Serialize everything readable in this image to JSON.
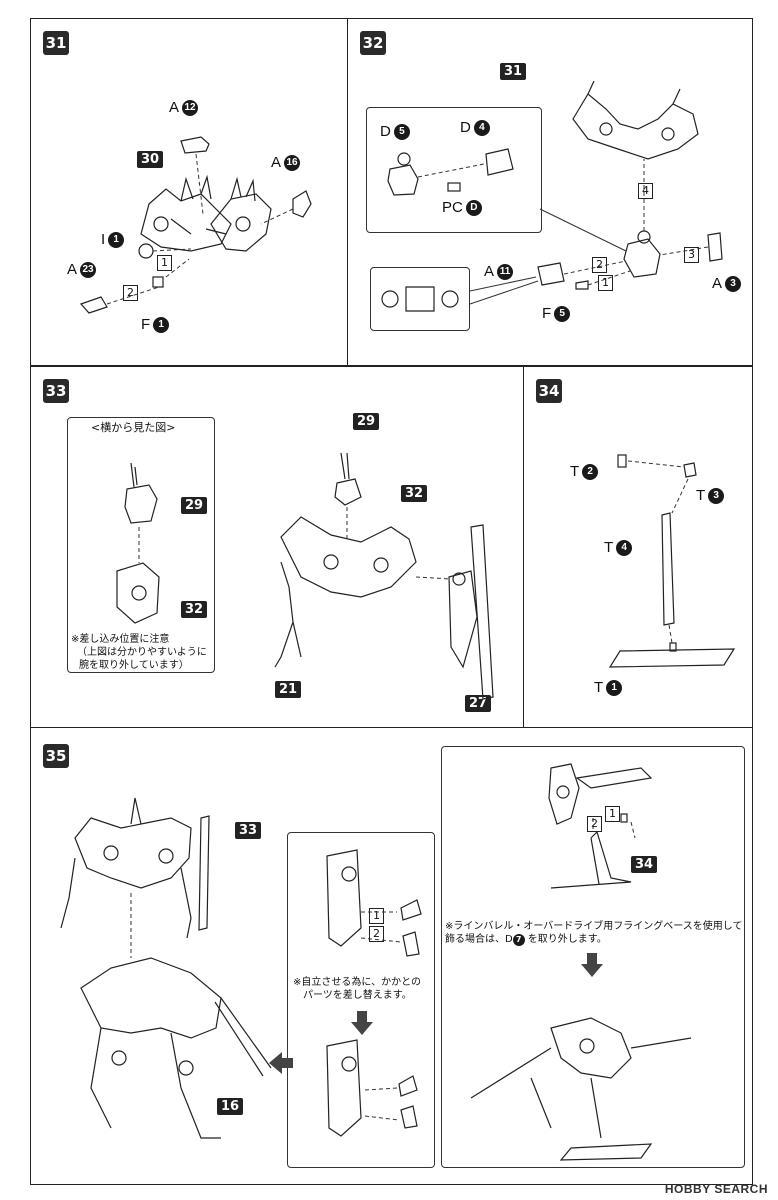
{
  "steps": {
    "s31": {
      "number": "31",
      "parts": {
        "a12": {
          "letter": "A",
          "num": "12"
        },
        "ref30": "30",
        "a16": {
          "letter": "A",
          "num": "16"
        },
        "i1": {
          "letter": "I",
          "num": "1"
        },
        "a23": {
          "letter": "A",
          "num": "23"
        },
        "f1": {
          "letter": "F",
          "num": "1"
        }
      },
      "order": [
        "1",
        "2"
      ]
    },
    "s32": {
      "number": "32",
      "parts": {
        "ref31": "31",
        "d5": {
          "letter": "D",
          "num": "5"
        },
        "d4": {
          "letter": "D",
          "num": "4"
        },
        "pcd": {
          "letter": "PC",
          "num": "D"
        },
        "a11": {
          "letter": "A",
          "num": "11"
        },
        "f5": {
          "letter": "F",
          "num": "5"
        },
        "a3": {
          "letter": "A",
          "num": "3"
        }
      },
      "order": [
        "4",
        "2",
        "1",
        "3"
      ]
    },
    "s33": {
      "number": "33",
      "side_view_title": "<横から見た図>",
      "refs": {
        "r29a": "29",
        "r32a": "32",
        "r29b": "29",
        "r32b": "32",
        "r21": "21",
        "r27": "27"
      },
      "note": [
        "※差し込み位置に注意",
        "（上図は分かりやすいように",
        "腕を取り外しています）"
      ]
    },
    "s34": {
      "number": "34",
      "parts": {
        "t2": {
          "letter": "T",
          "num": "2"
        },
        "t3": {
          "letter": "T",
          "num": "3"
        },
        "t4": {
          "letter": "T",
          "num": "4"
        },
        "t1": {
          "letter": "T",
          "num": "1"
        }
      }
    },
    "s35": {
      "number": "35",
      "refs": {
        "r33": "33",
        "r16": "16",
        "r34": "34"
      },
      "order": [
        "1",
        "2"
      ],
      "note_heel": [
        "※自立させる為に、かかとの",
        "パーツを差し替えます。"
      ],
      "note_base": "※ラインバレル・オーバードライブ用フライングベースを使用して",
      "note_base2_pre": "飾る場合は、",
      "note_base2_part": {
        "letter": "D",
        "num": "7"
      },
      "note_base2_post": "を取り外します。"
    }
  },
  "watermark": "HOBBY SEARCH"
}
